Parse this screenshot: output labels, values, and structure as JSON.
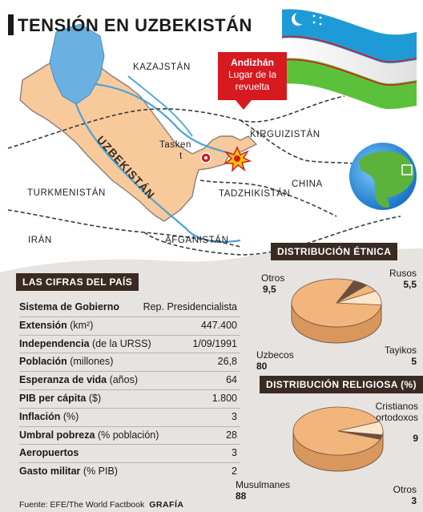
{
  "title": "TENSIÓN EN UZBEKISTÁN",
  "map": {
    "countries": {
      "kazakhstan": "KAZAJSTÁN",
      "uzbekistan": "UZBEKISTÁN",
      "kyrgyzstan": "KIRGUIZISTÁN",
      "turkmenistan": "TURKMENISTÁN",
      "tajikistan": "TADZHIKISTÁN",
      "china": "CHINA",
      "iran": "IRÁN",
      "afghanistan": "AFGANISTÁN"
    },
    "capital_label": "Tasken\nt",
    "callout": {
      "place": "Andizhán",
      "line1": "Lugar de la",
      "line2": "revuelta"
    },
    "colors": {
      "uzbekistan": "#f7c99b",
      "border": "#8a8078",
      "aral": "#6ab0e0",
      "river": "#4aa3d8",
      "revolt": "#d71920"
    },
    "icons": [
      "flag-icon",
      "globe-icon",
      "capital-star-icon",
      "explosion-icon"
    ]
  },
  "stats": {
    "header": "LAS CIFRAS DEL PAÍS",
    "rows": [
      {
        "label": "Sistema de Gobierno",
        "unit": "",
        "value": "Rep. Presidencialista"
      },
      {
        "label": "Extensión",
        "unit": "(km²)",
        "value": "447.400"
      },
      {
        "label": "Independencia",
        "unit": "(de la URSS)",
        "value": "1/09/1991"
      },
      {
        "label": "Población",
        "unit": "(millones)",
        "value": "26,8"
      },
      {
        "label": "Esperanza de vida",
        "unit": "(años)",
        "value": "64"
      },
      {
        "label": "PIB per cápita",
        "unit": "($)",
        "value": "1.800"
      },
      {
        "label": "Inflación",
        "unit": "(%)",
        "value": "3"
      },
      {
        "label": "Umbral pobreza",
        "unit": "(% población)",
        "value": "28"
      },
      {
        "label": "Aeropuertos",
        "unit": "",
        "value": "3"
      },
      {
        "label": "Gasto militar",
        "unit": "(% PIB)",
        "value": "2"
      }
    ]
  },
  "ethnic": {
    "header": "DISTRIBUCIÓN ÉTNICA",
    "labels": {
      "otros": {
        "name": "Otros",
        "value": "9,5"
      },
      "rusos": {
        "name": "Rusos",
        "value": "5,5"
      },
      "uzbecos": {
        "name": "Uzbecos",
        "value": "80"
      },
      "tayikos": {
        "name": "Tayikos",
        "value": "5"
      }
    }
  },
  "religion": {
    "header": "DISTRIBUCIÓN RELIGIOSA (%)",
    "labels": {
      "cristianos": {
        "name1": "Cristianos",
        "name2": "ortodoxos",
        "value": "9"
      },
      "musulmanes": {
        "name": "Musulmanes",
        "value": "88"
      },
      "otros": {
        "name": "Otros",
        "value": "3"
      }
    }
  },
  "chart_data": [
    {
      "type": "pie",
      "title": "DISTRIBUCIÓN ÉTNICA",
      "categories": [
        "Uzbecos",
        "Rusos",
        "Tayikos",
        "Otros"
      ],
      "values": [
        80,
        5.5,
        5,
        9.5
      ],
      "colors": [
        "#f2b57c",
        "#6b4e3d",
        "#f2b57c",
        "#fbe6cc"
      ]
    },
    {
      "type": "pie",
      "title": "DISTRIBUCIÓN RELIGIOSA (%)",
      "categories": [
        "Musulmanes",
        "Cristianos ortodoxos",
        "Otros"
      ],
      "values": [
        88,
        9,
        3
      ],
      "colors": [
        "#f2b57c",
        "#fbe6cc",
        "#6b4e3d"
      ]
    }
  ],
  "source": {
    "text": "Fuente: EFE/The World Factbook",
    "brand": "GRAFÍA"
  }
}
